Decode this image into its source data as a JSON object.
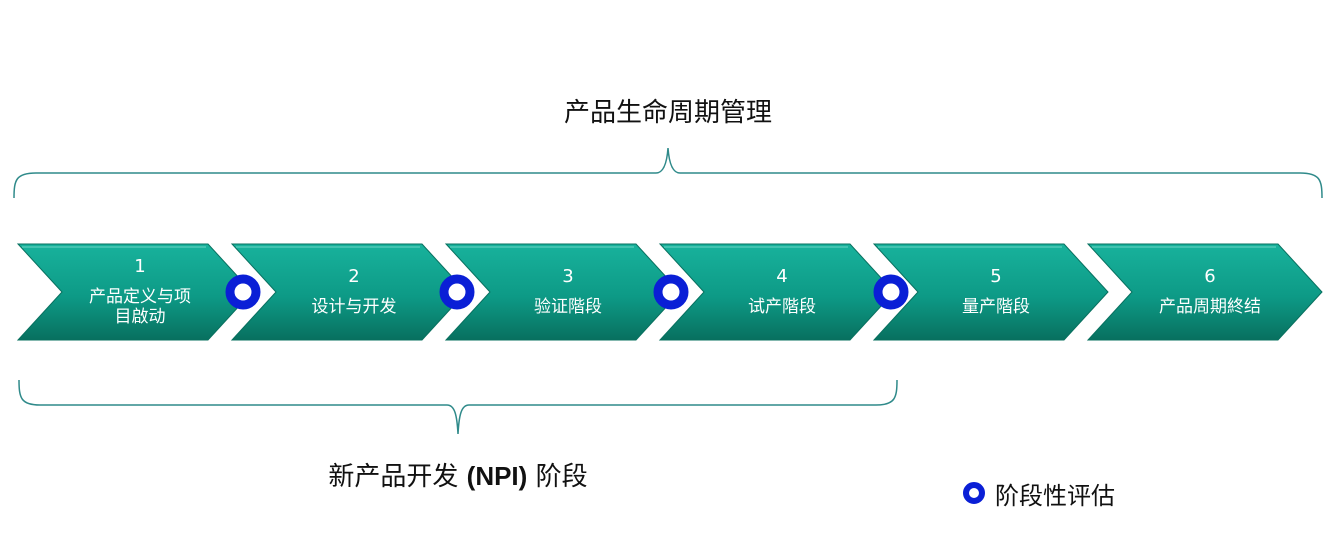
{
  "title": "产品生命周期管理",
  "npi": {
    "label": "新产品开发",
    "bold": "(NPI)",
    "suffix": "阶段"
  },
  "legend": {
    "label": "阶段性评估"
  },
  "colors": {
    "arrow": "#0d9a86",
    "arrow_dark": "#08705f",
    "bracket": "#2f8a8a",
    "marker": "#0a1fd6"
  },
  "steps": [
    {
      "num": "1",
      "lines": [
        "产品定义与项",
        "目啟动"
      ]
    },
    {
      "num": "2",
      "lines": [
        "设计与开发"
      ]
    },
    {
      "num": "3",
      "lines": [
        "验证階段"
      ]
    },
    {
      "num": "4",
      "lines": [
        "试产階段"
      ]
    },
    {
      "num": "5",
      "lines": [
        "量产階段"
      ]
    },
    {
      "num": "6",
      "lines": [
        "产品周期終结"
      ]
    }
  ],
  "gates_after_steps": [
    1,
    2,
    3,
    4
  ]
}
